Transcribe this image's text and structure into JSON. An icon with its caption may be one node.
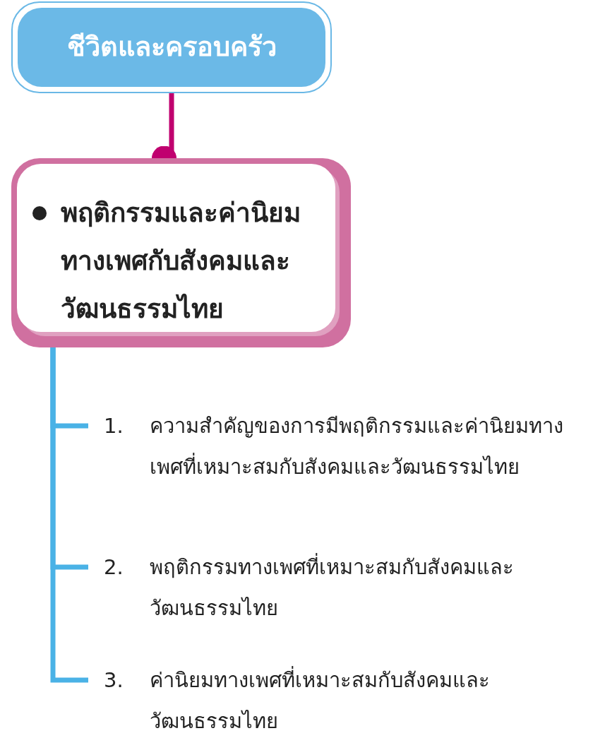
{
  "diagram": {
    "nodes": [
      {
        "text": [
          "ชีวิตและครอบครัว"
        ]
      },
      {
        "text": [
          "พฤติกรรมและค่านิยมทางเพศกับสังคมและวัฒนธรรมไทย"
        ]
      },
      {
        "text": [
          "1.",
          "ความสำคัญของการมีพฤติกรรมและค่านิยมทางเพศที่เหมาะสมกับสังคมและวัฒนธรรมไทย"
        ]
      },
      {
        "text": [
          "2.",
          "พฤติกรรมทางเพศที่เหมาะสมกับสังคมและวัฒนธรรมไทย"
        ]
      },
      {
        "text": [
          "3.",
          "ค่านิยมทางเพศที่เหมาะสมกับสังคมและวัฒนธรรมไทย"
        ]
      }
    ],
    "edges": [
      {
        "from": 0,
        "to": 1,
        "arrow": "other",
        "color": "#c0006f"
      },
      {
        "from": 1,
        "to": 2,
        "arrow": "none"
      },
      {
        "from": 1,
        "to": 3,
        "arrow": "none"
      },
      {
        "from": 1,
        "to": 4,
        "arrow": "none"
      }
    ]
  }
}
